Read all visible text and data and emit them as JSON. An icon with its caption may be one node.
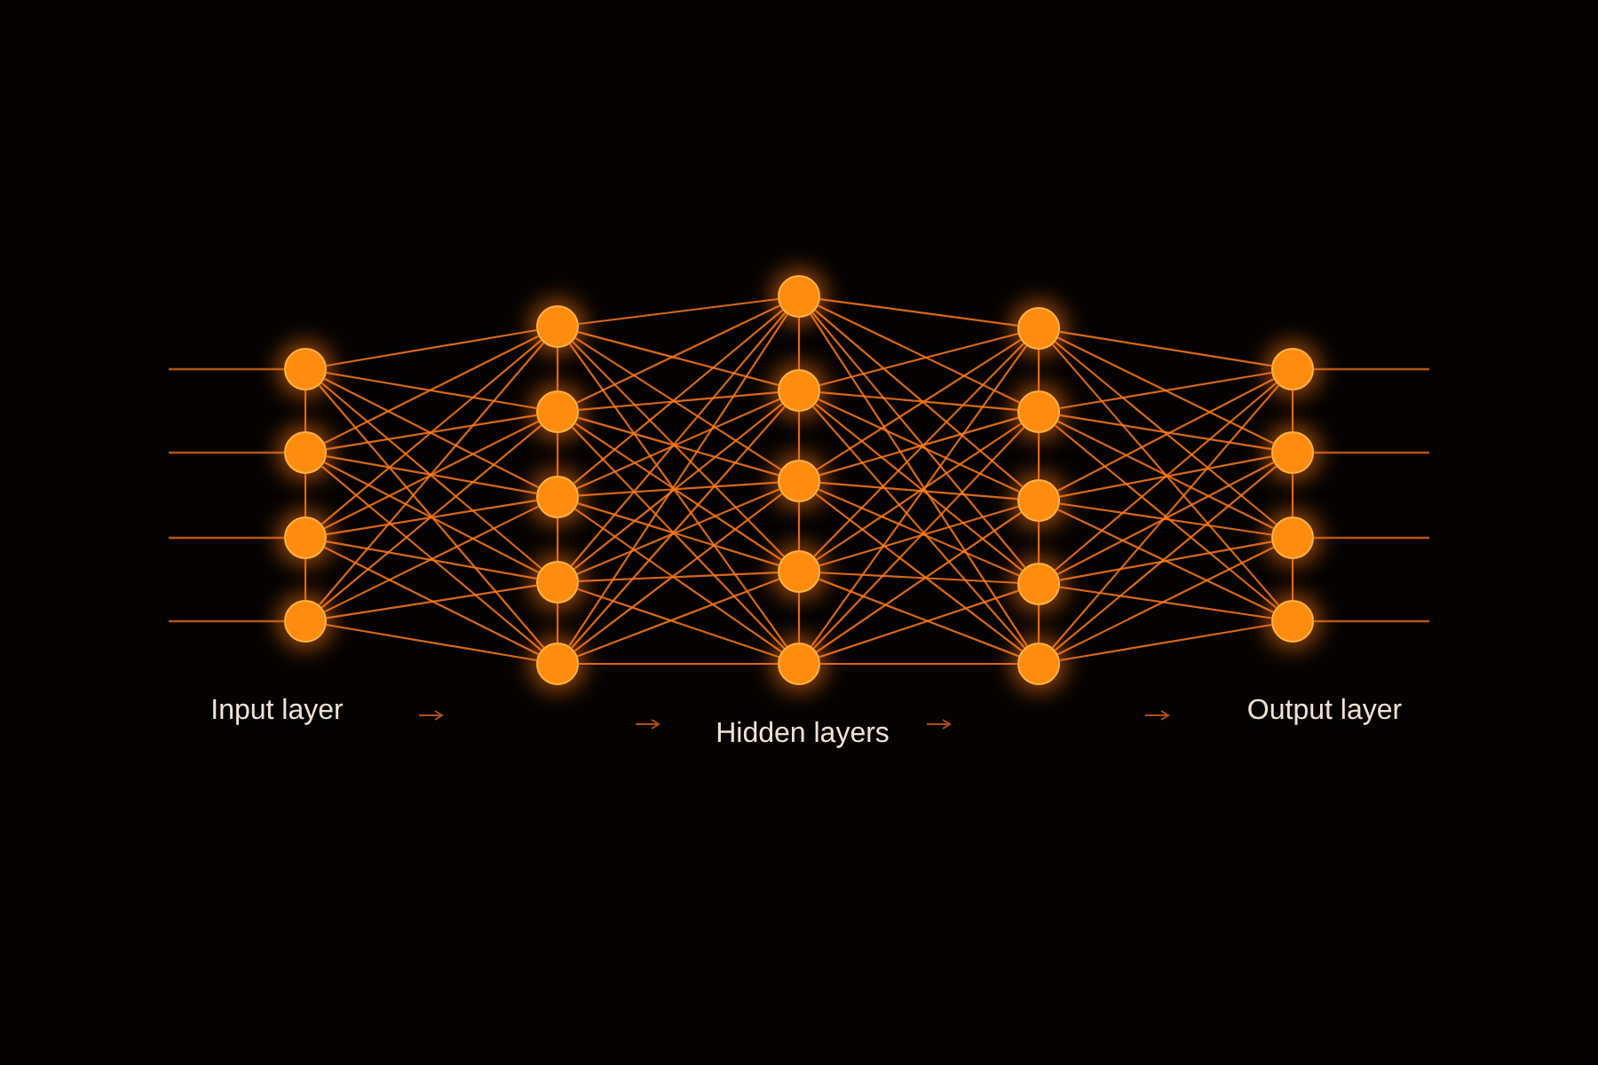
{
  "diagram": {
    "nodes": [
      {
        "text": [],
        "shape": "circle"
      },
      {
        "text": [],
        "shape": "circle"
      },
      {
        "text": [],
        "shape": "circle"
      },
      {
        "text": [],
        "shape": "circle"
      },
      {
        "text": [],
        "shape": "circle"
      },
      {
        "text": [],
        "shape": "circle"
      },
      {
        "text": [],
        "shape": "circle"
      },
      {
        "text": [],
        "shape": "circle"
      },
      {
        "text": [],
        "shape": "circle"
      },
      {
        "text": [],
        "shape": "circle"
      },
      {
        "text": [],
        "shape": "circle"
      },
      {
        "text": [],
        "shape": "circle"
      },
      {
        "text": [],
        "shape": "circle"
      },
      {
        "text": [],
        "shape": "circle"
      },
      {
        "text": [],
        "shape": "circle"
      },
      {
        "text": [],
        "shape": "circle"
      },
      {
        "text": [],
        "shape": "circle"
      },
      {
        "text": [],
        "shape": "circle"
      },
      {
        "text": [],
        "shape": "circle"
      },
      {
        "text": [],
        "shape": "circle"
      },
      {
        "text": [],
        "shape": "circle"
      },
      {
        "text": [],
        "shape": "circle"
      },
      {
        "text": [],
        "shape": "circle"
      }
    ],
    "edges": [
      {
        "from": 0,
        "to": 4,
        "arrow": "none"
      },
      {
        "from": 0,
        "to": 5,
        "arrow": "none"
      },
      {
        "from": 0,
        "to": 6,
        "arrow": "none"
      },
      {
        "from": 0,
        "to": 7,
        "arrow": "none"
      },
      {
        "from": 0,
        "to": 8,
        "arrow": "none"
      },
      {
        "from": 1,
        "to": 4,
        "arrow": "none"
      },
      {
        "from": 1,
        "to": 5,
        "arrow": "none"
      },
      {
        "from": 1,
        "to": 6,
        "arrow": "none"
      },
      {
        "from": 1,
        "to": 7,
        "arrow": "none"
      },
      {
        "from": 1,
        "to": 8,
        "arrow": "none"
      },
      {
        "from": 2,
        "to": 4,
        "arrow": "none"
      },
      {
        "from": 2,
        "to": 5,
        "arrow": "none"
      },
      {
        "from": 2,
        "to": 6,
        "arrow": "none"
      },
      {
        "from": 2,
        "to": 7,
        "arrow": "none"
      },
      {
        "from": 2,
        "to": 8,
        "arrow": "none"
      },
      {
        "from": 3,
        "to": 4,
        "arrow": "none"
      },
      {
        "from": 3,
        "to": 5,
        "arrow": "none"
      },
      {
        "from": 3,
        "to": 6,
        "arrow": "none"
      },
      {
        "from": 3,
        "to": 7,
        "arrow": "none"
      },
      {
        "from": 3,
        "to": 8,
        "arrow": "none"
      },
      {
        "from": 4,
        "to": 9,
        "arrow": "none"
      },
      {
        "from": 4,
        "to": 10,
        "arrow": "none"
      },
      {
        "from": 4,
        "to": 11,
        "arrow": "none"
      },
      {
        "from": 4,
        "to": 12,
        "arrow": "none"
      },
      {
        "from": 4,
        "to": 13,
        "arrow": "none"
      },
      {
        "from": 5,
        "to": 9,
        "arrow": "none"
      },
      {
        "from": 5,
        "to": 10,
        "arrow": "none"
      },
      {
        "from": 5,
        "to": 11,
        "arrow": "none"
      },
      {
        "from": 5,
        "to": 12,
        "arrow": "none"
      },
      {
        "from": 5,
        "to": 13,
        "arrow": "none"
      },
      {
        "from": 6,
        "to": 9,
        "arrow": "none"
      },
      {
        "from": 6,
        "to": 10,
        "arrow": "none"
      },
      {
        "from": 6,
        "to": 11,
        "arrow": "none"
      },
      {
        "from": 6,
        "to": 12,
        "arrow": "none"
      },
      {
        "from": 6,
        "to": 13,
        "arrow": "none"
      },
      {
        "from": 7,
        "to": 9,
        "arrow": "none"
      },
      {
        "from": 7,
        "to": 10,
        "arrow": "none"
      },
      {
        "from": 7,
        "to": 11,
        "arrow": "none"
      },
      {
        "from": 7,
        "to": 12,
        "arrow": "none"
      },
      {
        "from": 7,
        "to": 13,
        "arrow": "none"
      },
      {
        "from": 8,
        "to": 9,
        "arrow": "none"
      },
      {
        "from": 8,
        "to": 10,
        "arrow": "none"
      },
      {
        "from": 8,
        "to": 11,
        "arrow": "none"
      },
      {
        "from": 8,
        "to": 12,
        "arrow": "none"
      },
      {
        "from": 8,
        "to": 13,
        "arrow": "none"
      },
      {
        "from": 9,
        "to": 14,
        "arrow": "none"
      },
      {
        "from": 9,
        "to": 15,
        "arrow": "none"
      },
      {
        "from": 9,
        "to": 16,
        "arrow": "none"
      },
      {
        "from": 9,
        "to": 17,
        "arrow": "none"
      },
      {
        "from": 9,
        "to": 18,
        "arrow": "none"
      },
      {
        "from": 10,
        "to": 14,
        "arrow": "none"
      },
      {
        "from": 10,
        "to": 15,
        "arrow": "none"
      },
      {
        "from": 10,
        "to": 16,
        "arrow": "none"
      },
      {
        "from": 10,
        "to": 17,
        "arrow": "none"
      },
      {
        "from": 10,
        "to": 18,
        "arrow": "none"
      },
      {
        "from": 11,
        "to": 14,
        "arrow": "none"
      },
      {
        "from": 11,
        "to": 15,
        "arrow": "none"
      },
      {
        "from": 11,
        "to": 16,
        "arrow": "none"
      },
      {
        "from": 11,
        "to": 17,
        "arrow": "none"
      },
      {
        "from": 11,
        "to": 18,
        "arrow": "none"
      },
      {
        "from": 12,
        "to": 14,
        "arrow": "none"
      },
      {
        "from": 12,
        "to": 15,
        "arrow": "none"
      },
      {
        "from": 12,
        "to": 16,
        "arrow": "none"
      },
      {
        "from": 12,
        "to": 17,
        "arrow": "none"
      },
      {
        "from": 12,
        "to": 18,
        "arrow": "none"
      },
      {
        "from": 13,
        "to": 14,
        "arrow": "none"
      },
      {
        "from": 13,
        "to": 15,
        "arrow": "none"
      },
      {
        "from": 13,
        "to": 16,
        "arrow": "none"
      },
      {
        "from": 13,
        "to": 17,
        "arrow": "none"
      },
      {
        "from": 13,
        "to": 18,
        "arrow": "none"
      },
      {
        "from": 14,
        "to": 19,
        "arrow": "none"
      },
      {
        "from": 14,
        "to": 20,
        "arrow": "none"
      },
      {
        "from": 14,
        "to": 21,
        "arrow": "none"
      },
      {
        "from": 14,
        "to": 22,
        "arrow": "none"
      },
      {
        "from": 15,
        "to": 19,
        "arrow": "none"
      },
      {
        "from": 15,
        "to": 20,
        "arrow": "none"
      },
      {
        "from": 15,
        "to": 21,
        "arrow": "none"
      },
      {
        "from": 15,
        "to": 22,
        "arrow": "none"
      },
      {
        "from": 16,
        "to": 19,
        "arrow": "none"
      },
      {
        "from": 16,
        "to": 20,
        "arrow": "none"
      },
      {
        "from": 16,
        "to": 21,
        "arrow": "none"
      },
      {
        "from": 16,
        "to": 22,
        "arrow": "none"
      },
      {
        "from": 17,
        "to": 19,
        "arrow": "none"
      },
      {
        "from": 17,
        "to": 20,
        "arrow": "none"
      },
      {
        "from": 17,
        "to": 21,
        "arrow": "none"
      },
      {
        "from": 17,
        "to": 22,
        "arrow": "none"
      },
      {
        "from": 18,
        "to": 19,
        "arrow": "none"
      },
      {
        "from": 18,
        "to": 20,
        "arrow": "none"
      },
      {
        "from": 18,
        "to": 21,
        "arrow": "none"
      },
      {
        "from": 18,
        "to": 22,
        "arrow": "none"
      },
      {
        "from": 0,
        "to": 1,
        "arrow": "none"
      },
      {
        "from": 1,
        "to": 2,
        "arrow": "none"
      },
      {
        "from": 2,
        "to": 3,
        "arrow": "none"
      },
      {
        "from": 4,
        "to": 5,
        "arrow": "none"
      },
      {
        "from": 5,
        "to": 6,
        "arrow": "none"
      },
      {
        "from": 6,
        "to": 7,
        "arrow": "none"
      },
      {
        "from": 7,
        "to": 8,
        "arrow": "none"
      },
      {
        "from": 9,
        "to": 10,
        "arrow": "none"
      },
      {
        "from": 10,
        "to": 11,
        "arrow": "none"
      },
      {
        "from": 11,
        "to": 12,
        "arrow": "none"
      },
      {
        "from": 12,
        "to": 13,
        "arrow": "none"
      },
      {
        "from": 14,
        "to": 15,
        "arrow": "none"
      },
      {
        "from": 15,
        "to": 16,
        "arrow": "none"
      },
      {
        "from": 16,
        "to": 17,
        "arrow": "none"
      },
      {
        "from": 17,
        "to": 18,
        "arrow": "none"
      },
      {
        "from": 19,
        "to": 20,
        "arrow": "none"
      },
      {
        "from": 20,
        "to": 21,
        "arrow": "none"
      },
      {
        "from": 21,
        "to": 22,
        "arrow": "none"
      },
      {
        "from": null,
        "to": 0,
        "arrow": "none"
      },
      {
        "from": null,
        "to": 1,
        "arrow": "none"
      },
      {
        "from": null,
        "to": 2,
        "arrow": "none"
      },
      {
        "from": null,
        "to": 3,
        "arrow": "none"
      },
      {
        "from": 19,
        "to": null,
        "arrow": "none"
      },
      {
        "from": 20,
        "to": null,
        "arrow": "none"
      },
      {
        "from": 21,
        "to": null,
        "arrow": "none"
      },
      {
        "from": 22,
        "to": null,
        "arrow": "none"
      }
    ],
    "labels": [
      "Input layer",
      "Hidden layers",
      "Output layer"
    ]
  }
}
